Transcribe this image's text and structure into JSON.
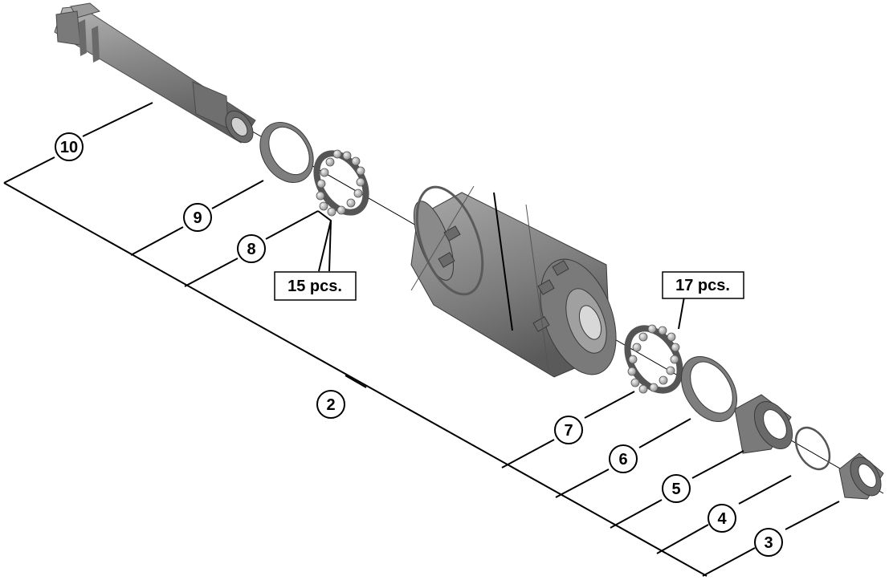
{
  "diagram": {
    "parts": [
      {
        "id": "10",
        "label": "10",
        "name": "axle"
      },
      {
        "id": "9",
        "label": "9",
        "name": "dust-cap-left"
      },
      {
        "id": "8",
        "label": "8",
        "name": "bearing-retainer-left"
      },
      {
        "id": "2",
        "label": "2",
        "name": "hub-body"
      },
      {
        "id": "7",
        "label": "7",
        "name": "bearing-retainer-right"
      },
      {
        "id": "6",
        "label": "6",
        "name": "dust-cap-right"
      },
      {
        "id": "5",
        "label": "5",
        "name": "cone"
      },
      {
        "id": "4",
        "label": "4",
        "name": "o-ring"
      },
      {
        "id": "3",
        "label": "3",
        "name": "end-cap"
      }
    ],
    "quantities": [
      {
        "id": "q15",
        "text": "15 pcs."
      },
      {
        "id": "q17",
        "text": "17 pcs."
      }
    ],
    "colors": {
      "part_fill": "#8a8a8a",
      "part_dark": "#5a5a5a",
      "part_light": "#b8b8b8",
      "line": "#000000"
    }
  }
}
